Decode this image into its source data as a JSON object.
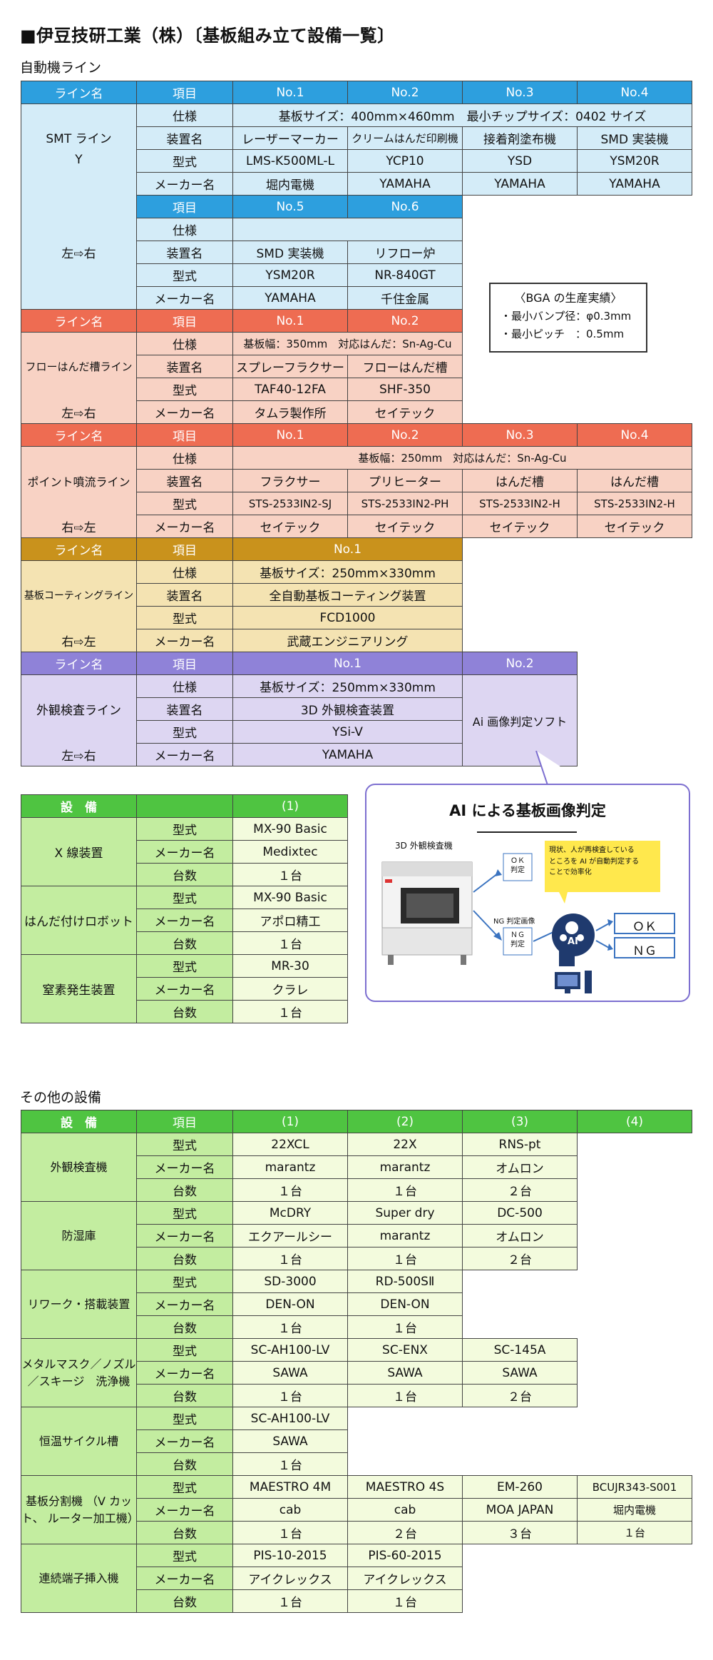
{
  "title": "■伊豆技研工業（株）〔基板組み立て設備一覧〕",
  "sec1": "自動機ライン",
  "sec2": "その他の設備",
  "smt": {
    "h1": [
      "ライン名",
      "項目",
      "No.1",
      "No.2",
      "No.3",
      "No.4"
    ],
    "h2": [
      "項目",
      "No.5",
      "No.6"
    ],
    "name1": "SMT ライン",
    "name2": "Y",
    "dir": "左⇨右",
    "items": [
      "仕様",
      "装置名",
      "型式",
      "メーカー名"
    ],
    "spec1": "基板サイズ：400mm×460mm　最小チップサイズ：0402 サイズ",
    "dev": [
      "レーザーマーカー",
      "クリームはんだ印刷機",
      "接着剤塗布機",
      "SMD 実装機"
    ],
    "model": [
      "LMS-K500ML-L",
      "YCP10",
      "YSD",
      "YSM20R"
    ],
    "maker": [
      "堀内電機",
      "YAMAHA",
      "YAMAHA",
      "YAMAHA"
    ],
    "dev2": [
      "SMD 実装機",
      "リフロー炉"
    ],
    "model2": [
      "YSM20R",
      "NR-840GT"
    ],
    "maker2": [
      "YAMAHA",
      "千住金属"
    ]
  },
  "flow": {
    "h": [
      "ライン名",
      "項目",
      "No.1",
      "No.2"
    ],
    "name": "フローはんだ槽ライン",
    "dir": "左⇨右",
    "spec": "基板幅：350mm　対応はんだ：Sn-Ag-Cu",
    "dev": [
      "スプレーフラクサー",
      "フローはんだ槽"
    ],
    "model": [
      "TAF40-12FA",
      "SHF-350"
    ],
    "maker": [
      "タムラ製作所",
      "セイテック"
    ]
  },
  "point": {
    "h": [
      "ライン名",
      "項目",
      "No.1",
      "No.2",
      "No.3",
      "No.4"
    ],
    "name": "ポイント噴流ライン",
    "dir": "右⇨左",
    "spec": "基板幅：250mm　対応はんだ：Sn-Ag-Cu",
    "dev": [
      "フラクサー",
      "プリヒーター",
      "はんだ槽",
      "はんだ槽"
    ],
    "model": [
      "STS-2533IN2-SJ",
      "STS-2533IN2-PH",
      "STS-2533IN2-H",
      "STS-2533IN2-H"
    ],
    "maker": [
      "セイテック",
      "セイテック",
      "セイテック",
      "セイテック"
    ]
  },
  "coat": {
    "h": [
      "ライン名",
      "項目",
      "No.1"
    ],
    "name": "基板コーティングライン",
    "dir": "右⇨左",
    "spec": "基板サイズ：250mm×330mm",
    "dev": "全自動基板コーティング装置",
    "model": "FCD1000",
    "maker": "武蔵エンジニアリング"
  },
  "insp": {
    "h": [
      "ライン名",
      "項目",
      "No.1",
      "No.2"
    ],
    "name": "外観検査ライン",
    "dir": "左⇨右",
    "spec": "基板サイズ：250mm×330mm",
    "dev": "3D 外観検査装置",
    "model": "YSi-V",
    "maker": "YAMAHA",
    "no2": "Ai 画像判定ソフト"
  },
  "bga": {
    "title": "〈BGA の生産実績〉",
    "row1": "・最小バンプ径：φ0.3mm",
    "row2": "・最小ピッチ　：0.5mm"
  },
  "equip": {
    "h": [
      "設　備",
      "",
      "(1)"
    ],
    "items": [
      "型式",
      "メーカー名",
      "台数"
    ],
    "rows": [
      {
        "name": "X 線装置",
        "vals": [
          "MX-90 Basic",
          "Medixtec",
          "１台"
        ]
      },
      {
        "name": "はんだ付けロボット",
        "vals": [
          "MX-90 Basic",
          "アポロ精工",
          "１台"
        ]
      },
      {
        "name": "窒素発生装置",
        "vals": [
          "MR-30",
          "クラレ",
          "１台"
        ]
      }
    ]
  },
  "ai": {
    "title": "AI による基板画像判定",
    "machine": "3D 外観検査機",
    "ok_small": "ＯＫ\n判定",
    "ng_image": "NG 判定画像",
    "ng_small": "ＮＧ\n判定",
    "note": "現状、人が再検査している\nところを AI が自動判定する\nことで効率化",
    "ai": "AI",
    "ok": "ＯＫ",
    "ng": "ＮＧ"
  },
  "other": {
    "h": [
      "設　備",
      "項目",
      "(1)",
      "(2)",
      "(3)",
      "(4)"
    ],
    "items": [
      "型式",
      "メーカー名",
      "台数"
    ],
    "groups": [
      {
        "name": "外観検査機",
        "cols": [
          [
            "22XCL",
            "marantz",
            "１台"
          ],
          [
            "22X",
            "marantz",
            "１台"
          ],
          [
            "RNS-pt",
            "オムロン",
            "２台"
          ]
        ]
      },
      {
        "name": "防湿庫",
        "cols": [
          [
            "McDRY",
            "エクアールシー",
            "１台"
          ],
          [
            "Super dry",
            "marantz",
            "１台"
          ],
          [
            "DC-500",
            "オムロン",
            "２台"
          ]
        ]
      },
      {
        "name": "リワーク・搭載装置",
        "cols": [
          [
            "SD-3000",
            "DEN-ON",
            "１台"
          ],
          [
            "RD-500SⅡ",
            "DEN-ON",
            "１台"
          ]
        ]
      },
      {
        "name": "メタルマスク／ノズル\n／スキージ　洗浄機",
        "cols": [
          [
            "SC-AH100-LV",
            "SAWA",
            "１台"
          ],
          [
            "SC-ENX",
            "SAWA",
            "１台"
          ],
          [
            "SC-145A",
            "SAWA",
            "２台"
          ]
        ]
      },
      {
        "name": "恒温サイクル槽",
        "cols": [
          [
            "SC-AH100-LV",
            "SAWA",
            "１台"
          ]
        ]
      },
      {
        "name": "基板分割機\n（V カット、\nルーター加工機）",
        "cols": [
          [
            "MAESTRO 4M",
            "cab",
            "１台"
          ],
          [
            "MAESTRO 4S",
            "cab",
            "２台"
          ],
          [
            "EM-260",
            "MOA JAPAN",
            "３台"
          ],
          [
            "BCUJR343-S001",
            "堀内電機",
            "１台"
          ]
        ]
      },
      {
        "name": "連続端子挿入機",
        "cols": [
          [
            "PIS-10-2015",
            "アイクレックス",
            "１台"
          ],
          [
            "PIS-60-2015",
            "アイクレックス",
            "１台"
          ]
        ]
      }
    ]
  }
}
